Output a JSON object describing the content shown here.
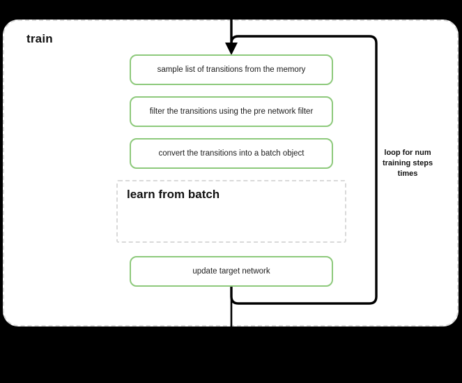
{
  "diagram": {
    "background_color": "#000000",
    "scope": {
      "title": "train",
      "border_style": "dashed",
      "border_color": "#d9d9d9",
      "fill_color": "#ffffff"
    },
    "node_accent_color": "#8dc97b",
    "edge_color": "#000000",
    "steps": [
      {
        "id": "sample",
        "label": "sample list of transitions from the memory"
      },
      {
        "id": "filter",
        "label": "filter the transitions using the pre network filter"
      },
      {
        "id": "convert",
        "label": "convert the transitions into a batch object"
      },
      {
        "id": "update",
        "label": "update target network"
      }
    ],
    "subgraph": {
      "id": "learn-from-batch",
      "title": "learn from batch",
      "border_style": "dashed",
      "border_color": "#d9d9d9"
    },
    "loop": {
      "caption": "loop for num\ntraining steps\ntimes",
      "caption_line_1": "loop for num",
      "caption_line_2": "training steps",
      "caption_line_3": "times"
    },
    "edges": [
      {
        "id": "entry-arrow",
        "from": "top",
        "to": "sample",
        "arrowhead": true
      },
      {
        "id": "loop-back",
        "from": "update",
        "to": "sample",
        "arrowhead": false
      },
      {
        "id": "exit",
        "from": "update",
        "to": "bottom",
        "arrowhead": false
      }
    ]
  }
}
